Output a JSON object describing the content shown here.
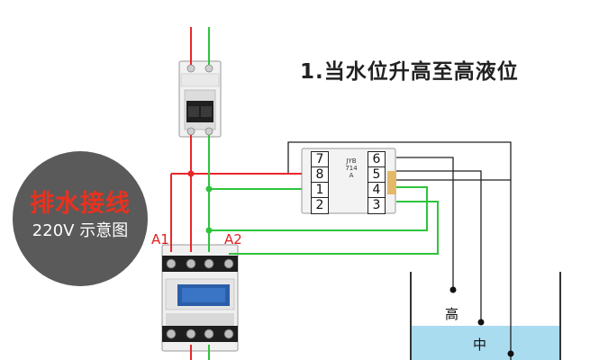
{
  "title": "1.当水位升高至高液位",
  "badge": {
    "title": "排水接线",
    "subtitle": "220V  示意图"
  },
  "contactor": {
    "a1": "A1",
    "a2": "A2"
  },
  "relay": {
    "left_terminals": [
      "7",
      "8",
      "1",
      "2"
    ],
    "right_terminals": [
      "6",
      "5",
      "4",
      "3"
    ],
    "model": "JYB714A"
  },
  "tank": {
    "high": "高",
    "mid": "中"
  },
  "colors": {
    "live": "#e8272a",
    "neutral": "#2ec43c",
    "water": "#a9dcef",
    "badge": "#5a5a5a",
    "badge_title": "#e8321f"
  }
}
